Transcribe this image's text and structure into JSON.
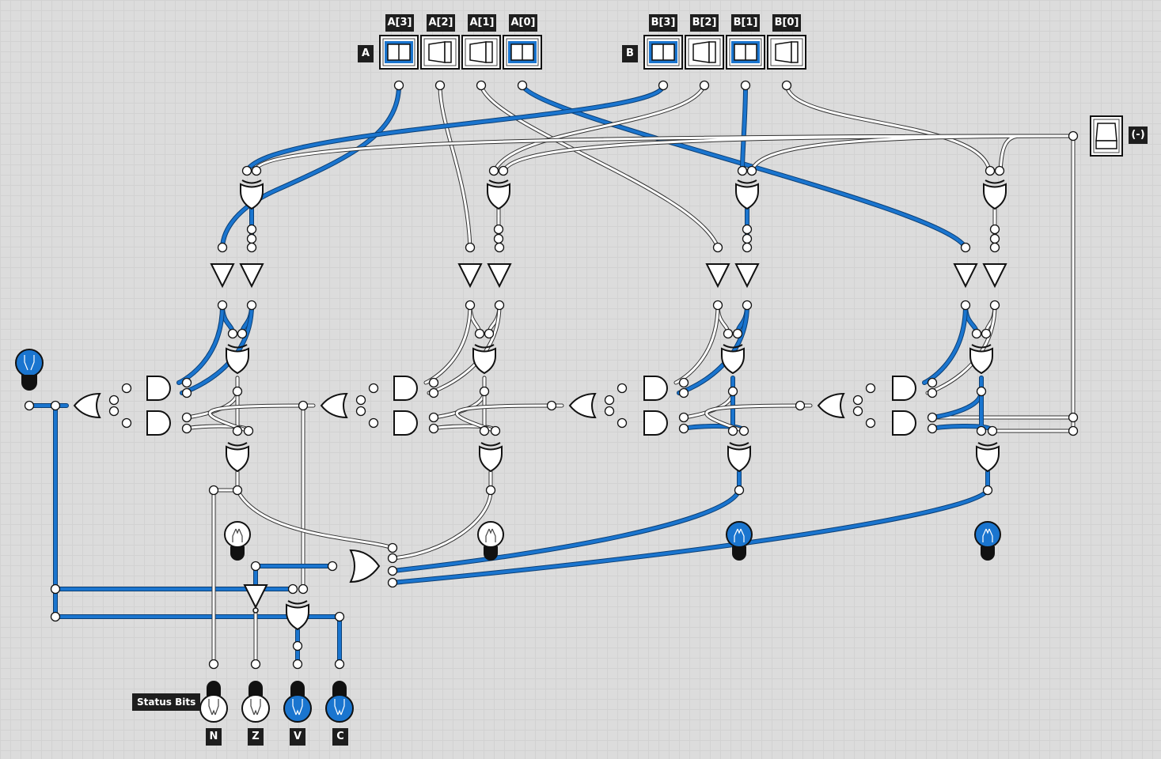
{
  "palette": {
    "on": "#1a75cf",
    "off": "#ffffff",
    "outline": "#111111",
    "label_bg": "#1e1e1e",
    "grid": "#d2d2d2",
    "background": "#dcdcdc"
  },
  "labels": {
    "input_a": "A",
    "input_b": "B",
    "a_bits": [
      "A[3]",
      "A[2]",
      "A[1]",
      "A[0]"
    ],
    "b_bits": [
      "B[3]",
      "B[2]",
      "B[1]",
      "B[0]"
    ],
    "subtract": "(-)",
    "status_title": "Status Bits",
    "status_bits": [
      "N",
      "Z",
      "V",
      "C"
    ]
  },
  "inputs": {
    "a_states": [
      "on",
      "off",
      "off",
      "on"
    ],
    "b_states": [
      "on",
      "off",
      "on",
      "off"
    ],
    "subtract_state": "off"
  },
  "outputs": {
    "sum_lamps": [
      "off",
      "off",
      "on",
      "on"
    ],
    "carry_in_lamp": "on",
    "status_lamps": [
      "off",
      "off",
      "on",
      "on"
    ]
  },
  "icons": [
    "toggle-switch-icon",
    "light-bulb-icon",
    "xor-gate-icon",
    "and-gate-icon",
    "or-gate-icon",
    "buffer-gate-icon",
    "not-gate-icon"
  ]
}
